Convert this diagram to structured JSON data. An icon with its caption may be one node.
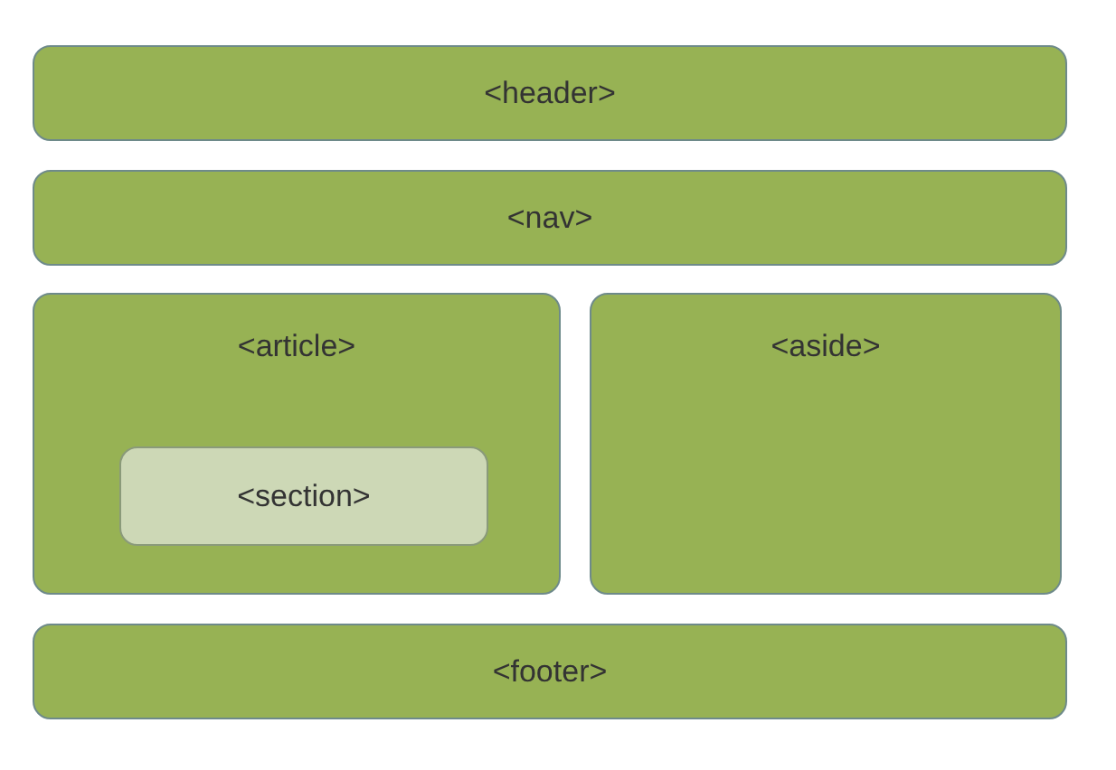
{
  "diagram": {
    "nodes": [
      {
        "text": [
          "<header>"
        ]
      },
      {
        "text": [
          "<nav>"
        ]
      },
      {
        "text": [
          "<article>"
        ]
      },
      {
        "text": [
          "<section>"
        ],
        "in": 2
      },
      {
        "text": [
          "<aside>"
        ]
      },
      {
        "text": [
          "<footer>"
        ]
      }
    ]
  }
}
